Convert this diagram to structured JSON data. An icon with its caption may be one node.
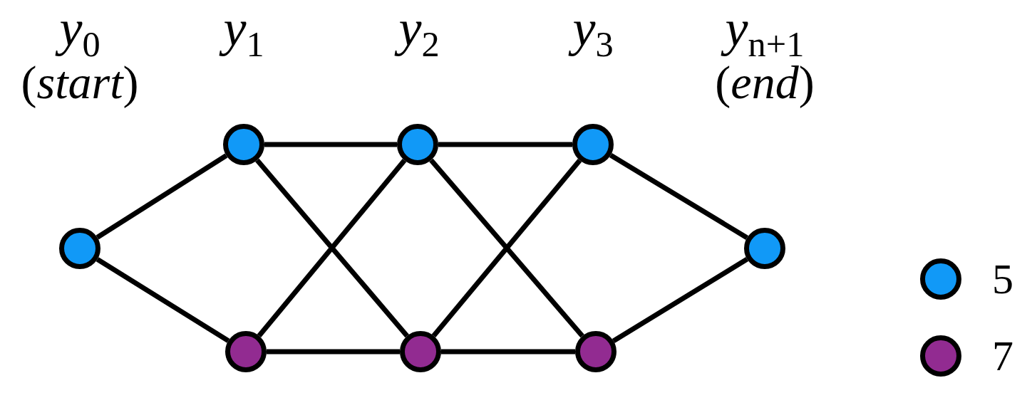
{
  "diagram": {
    "nodes": [
      {
        "text": [],
        "shape": "circle"
      },
      {
        "text": [],
        "shape": "circle"
      },
      {
        "text": [],
        "shape": "circle"
      },
      {
        "text": [],
        "shape": "circle"
      },
      {
        "text": [],
        "shape": "circle"
      },
      {
        "text": [],
        "shape": "circle"
      },
      {
        "text": [],
        "shape": "circle"
      },
      {
        "text": [],
        "shape": "circle"
      }
    ],
    "edges": [
      {
        "from": 0,
        "to": 1,
        "arrow": "none"
      },
      {
        "from": 0,
        "to": 2,
        "arrow": "none"
      },
      {
        "from": 1,
        "to": 3,
        "arrow": "none"
      },
      {
        "from": 1,
        "to": 4,
        "arrow": "none"
      },
      {
        "from": 2,
        "to": 3,
        "arrow": "none"
      },
      {
        "from": 2,
        "to": 4,
        "arrow": "none"
      },
      {
        "from": 3,
        "to": 5,
        "arrow": "none"
      },
      {
        "from": 3,
        "to": 6,
        "arrow": "none"
      },
      {
        "from": 4,
        "to": 5,
        "arrow": "none"
      },
      {
        "from": 4,
        "to": 6,
        "arrow": "none"
      },
      {
        "from": 5,
        "to": 7,
        "arrow": "none"
      },
      {
        "from": 6,
        "to": 7,
        "arrow": "none"
      }
    ],
    "labels": [
      "*y*$_{0}$",
      "(*start*)",
      "*y*$_{1}$",
      "*y*$_{2}$",
      "*y*$_{3}$",
      "*y*$_{n+1}$",
      "(*end*)"
    ],
    "legend": [
      {
        "text": "5",
        "color": "#1199f7"
      },
      {
        "text": "7",
        "color": "#922b91"
      }
    ]
  }
}
